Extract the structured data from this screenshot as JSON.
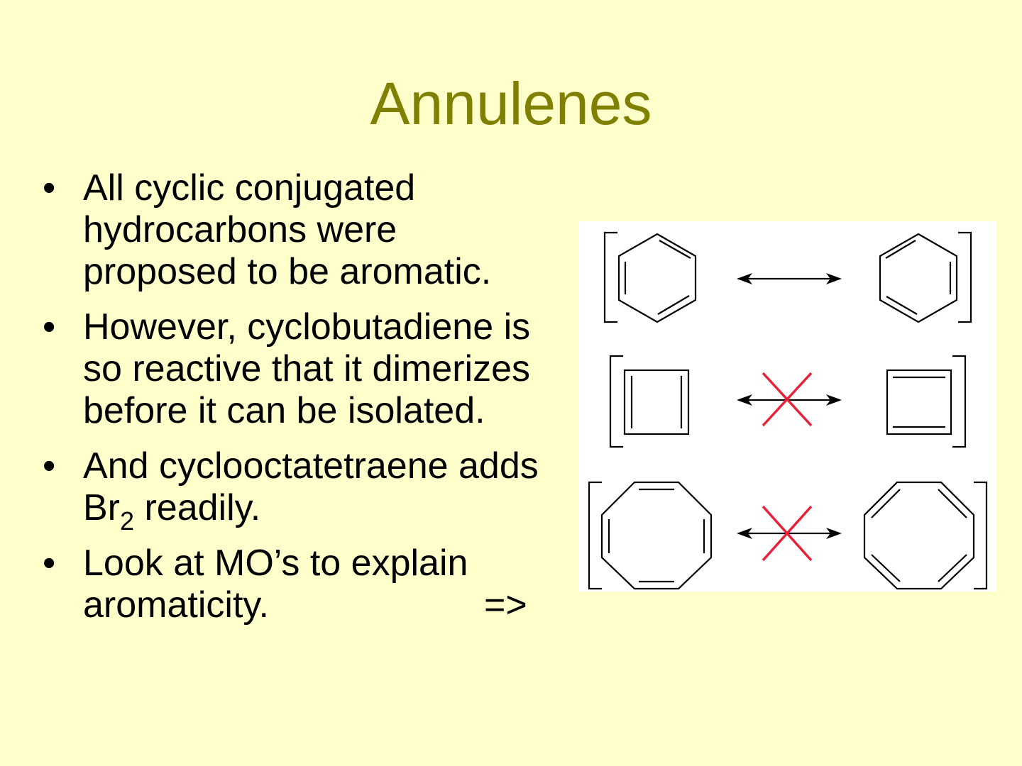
{
  "slide": {
    "title": "Annulenes",
    "bullets": [
      {
        "text": "All cyclic conjugated hydrocarbons were proposed to be aromatic."
      },
      {
        "text": "However, cyclobutadiene is so reactive that it dimerizes before it can be isolated."
      },
      {
        "text_before": "And cyclooctatetraene adds Br",
        "subscript": "2",
        "text_after": " readily."
      },
      {
        "text": "Look at MO’s to explain aromaticity.",
        "continue_mark": "=>"
      }
    ],
    "bullet_symbol": "•"
  },
  "figure": {
    "rows": [
      {
        "structure": "benzene",
        "arrow": "resonance",
        "blocked": false
      },
      {
        "structure": "cyclobutadiene",
        "arrow": "resonance",
        "blocked": true
      },
      {
        "structure": "cyclooctatetraene",
        "arrow": "resonance",
        "blocked": true
      }
    ],
    "colors": {
      "lines": "#000000",
      "cross": "#e8203a",
      "background": "#ffffff"
    }
  }
}
